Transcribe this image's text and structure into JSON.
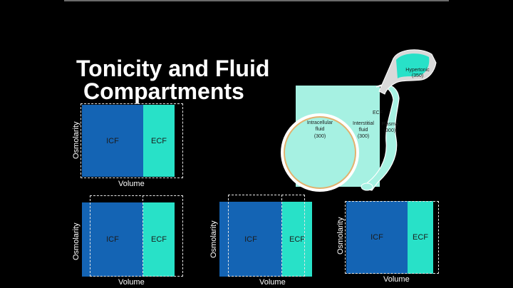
{
  "slide": {
    "title_line1": "Tonicity and Fluid",
    "title_line2": "Compartments",
    "colors": {
      "icf": "#1464b4",
      "ecf": "#28e1c8",
      "background": "#000000",
      "cell_ring": "#e2b26e"
    }
  },
  "panels": {
    "top": {
      "ylabel": "Osmolarity",
      "xlabel": "Volume",
      "icf_label": "ICF",
      "ecf_label": "ECF"
    },
    "bottom_left": {
      "ylabel": "Osmolarity",
      "xlabel": "Volume",
      "icf_label": "ICF",
      "ecf_label": "ECF"
    },
    "bottom_mid": {
      "ylabel": "Osmolarity",
      "xlabel": "Volume",
      "icf_label": "ICF",
      "ecf_label": "ECF"
    },
    "bottom_right": {
      "ylabel": "Osmolarity",
      "xlabel": "Volume",
      "icf_label": "ICF",
      "ecf_label": "ECF"
    }
  },
  "diagram": {
    "icf_line1": "Intracellular",
    "icf_line2": "fluid",
    "icf_value": "(300)",
    "ecf_label": "ECF",
    "interstitial_line1": "Interstitial",
    "interstitial_line2": "fluid",
    "interstitial_value": "(300)",
    "plasma_label": "Plasma",
    "plasma_value": "(300)",
    "hypertonic_label": "Hypertonic",
    "hypertonic_value": "(350)"
  }
}
